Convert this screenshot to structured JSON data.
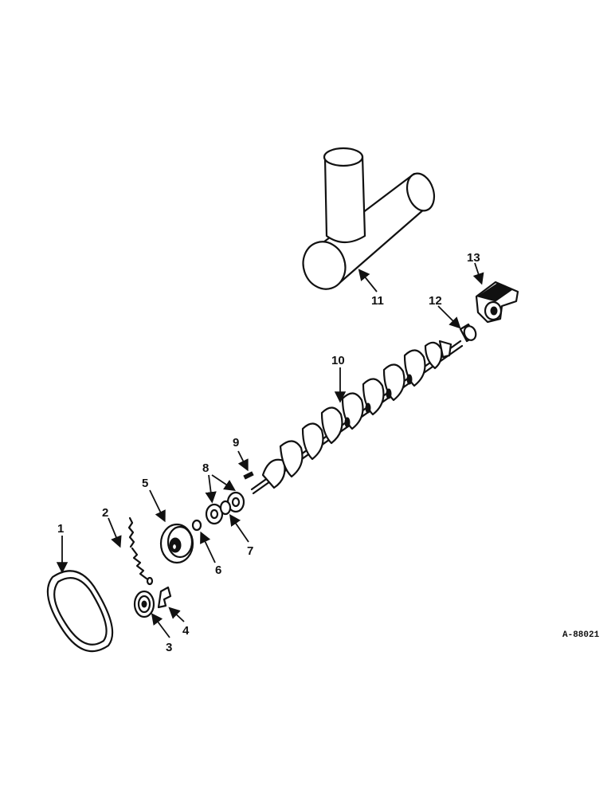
{
  "diagram": {
    "reference_code": "A-88021",
    "callouts": [
      {
        "key": "1",
        "label": "1"
      },
      {
        "key": "2",
        "label": "2"
      },
      {
        "key": "3",
        "label": "3"
      },
      {
        "key": "4",
        "label": "4"
      },
      {
        "key": "5",
        "label": "5"
      },
      {
        "key": "6",
        "label": "6"
      },
      {
        "key": "7",
        "label": "7"
      },
      {
        "key": "8",
        "label": "8"
      },
      {
        "key": "9",
        "label": "9"
      },
      {
        "key": "10",
        "label": "10"
      },
      {
        "key": "11",
        "label": "11"
      },
      {
        "key": "12",
        "label": "12"
      },
      {
        "key": "13",
        "label": "13"
      }
    ]
  }
}
